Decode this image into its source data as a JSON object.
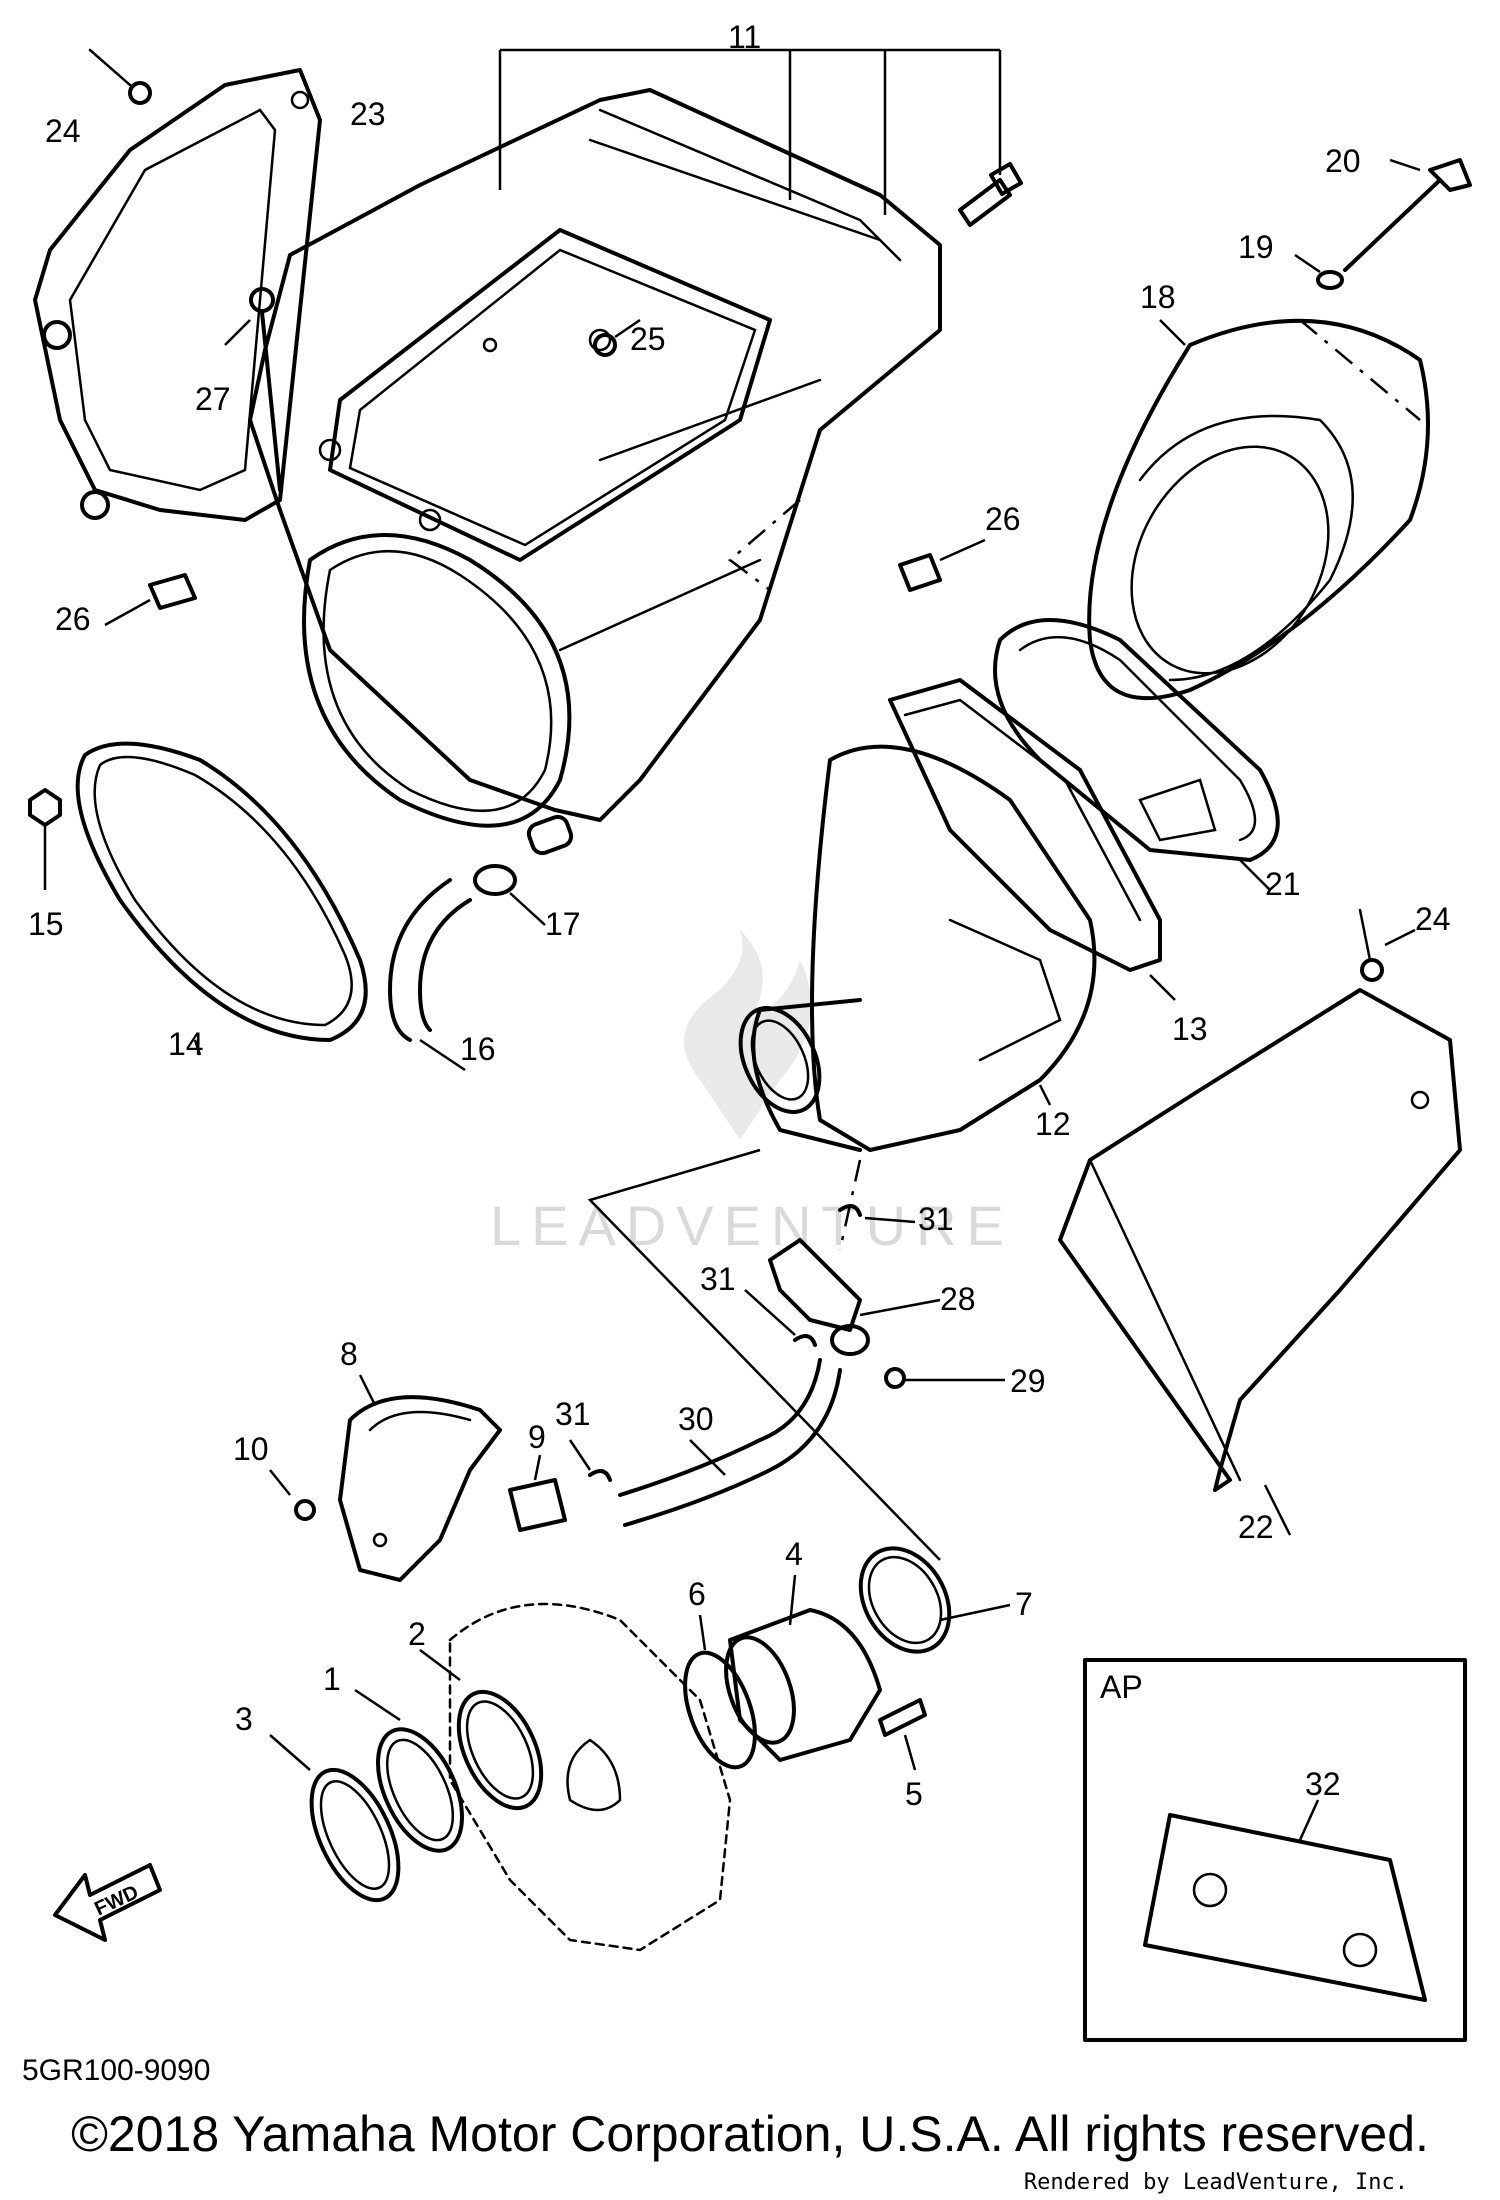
{
  "drawing_code": "5GR100-9090",
  "copyright": "©2018 Yamaha Motor Corporation, U.S.A. All rights reserved.",
  "rendered_by": "Rendered by LeadVenture, Inc.",
  "watermark": "LEADVENTURE",
  "fwd_label": "FWD",
  "ap_label": "AP",
  "callouts": {
    "c1": "1",
    "c2": "2",
    "c3": "3",
    "c4": "4",
    "c5": "5",
    "c6": "6",
    "c7": "7",
    "c8": "8",
    "c9": "9",
    "c10": "10",
    "c11": "11",
    "c12": "12",
    "c13": "13",
    "c14": "14",
    "c15": "15",
    "c16": "16",
    "c17": "17",
    "c18": "18",
    "c19": "19",
    "c20": "20",
    "c21": "21",
    "c22": "22",
    "c23": "23",
    "c24a": "24",
    "c24b": "24",
    "c25": "25",
    "c26a": "26",
    "c26b": "26",
    "c27": "27",
    "c28": "28",
    "c29": "29",
    "c30": "30",
    "c31a": "31",
    "c31b": "31",
    "c31c": "31",
    "c32": "32"
  }
}
